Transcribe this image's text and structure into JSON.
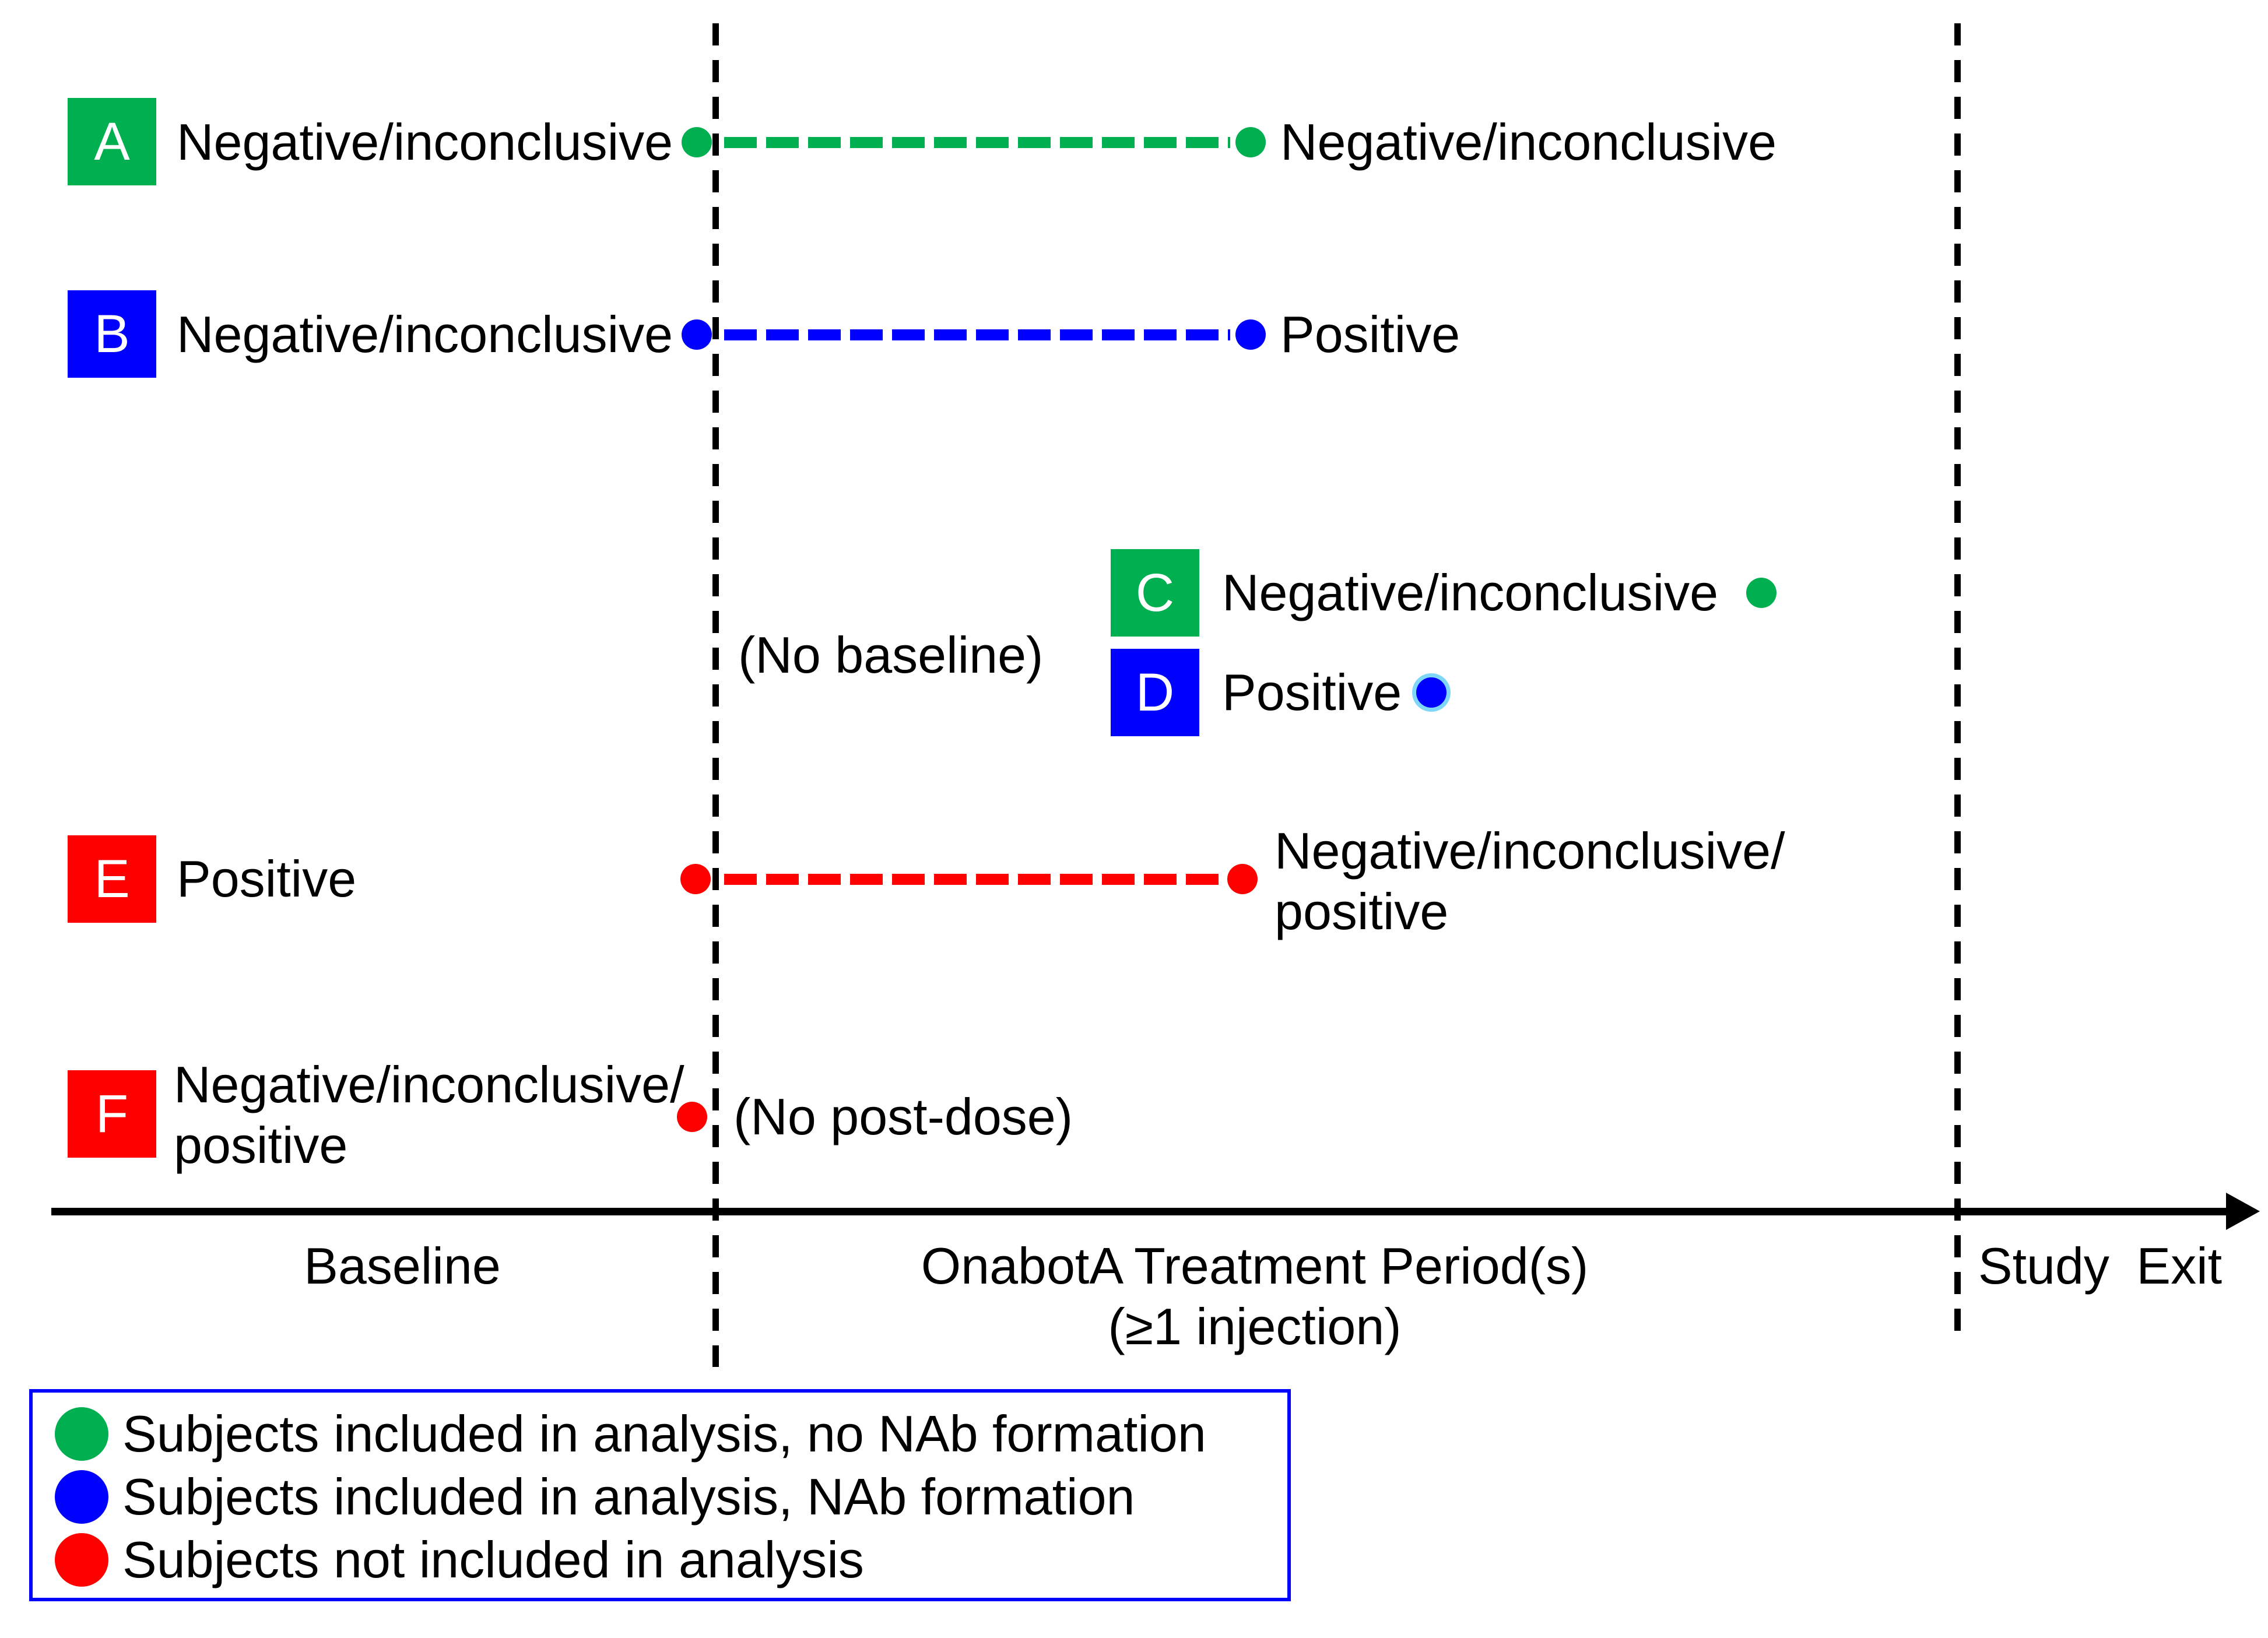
{
  "colors": {
    "green": "#00B050",
    "blue": "#0000FF",
    "red": "#FF0000",
    "legend_border": "#0000FF"
  },
  "rows": {
    "a": {
      "letter": "A",
      "baseline": "Negative/inconclusive",
      "post": "Negative/inconclusive"
    },
    "b": {
      "letter": "B",
      "baseline": "Negative/inconclusive",
      "post": "Positive"
    },
    "c": {
      "letter": "C",
      "label": "Negative/inconclusive"
    },
    "d": {
      "letter": "D",
      "label": "Positive"
    },
    "e": {
      "letter": "E",
      "baseline": "Positive",
      "post_line1": "Negative/inconclusive/",
      "post_line2": "positive"
    },
    "f": {
      "letter": "F",
      "baseline_line1": "Negative/inconclusive/",
      "baseline_line2": "positive"
    }
  },
  "annotations": {
    "no_baseline": "(No baseline)",
    "no_post_dose": "(No post-dose)"
  },
  "axis": {
    "baseline": "Baseline",
    "treatment_line1": "OnabotA Treatment Period(s)",
    "treatment_line2": "(≥1 injection)",
    "study_exit": "Study Exit"
  },
  "legend": {
    "items": [
      {
        "color_name": "green",
        "label": "Subjects included in analysis, no NAb formation"
      },
      {
        "color_name": "blue",
        "label": "Subjects included in analysis, NAb formation"
      },
      {
        "color_name": "red",
        "label": "Subjects not included in analysis"
      }
    ]
  }
}
